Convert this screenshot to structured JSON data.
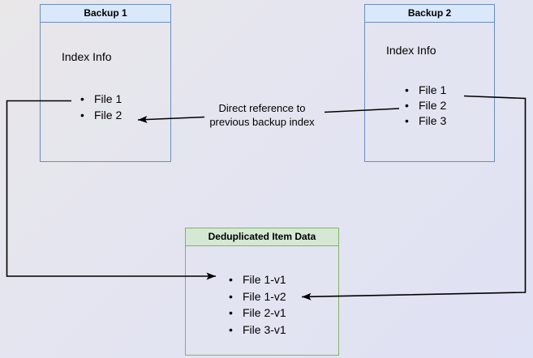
{
  "diagram": {
    "backup1": {
      "title": "Backup 1",
      "body_label": "Index Info",
      "items": [
        "File 1",
        "File 2"
      ]
    },
    "backup2": {
      "title": "Backup 2",
      "body_label": "Index Info",
      "items": [
        "File 1",
        "File 2",
        "File 3"
      ]
    },
    "dedup": {
      "title": "Deduplicated Item Data",
      "items": [
        "File 1-v1",
        "File 1-v2",
        "File 2-v1",
        "File 3-v1"
      ]
    },
    "edge_label": {
      "line1": "Direct reference to",
      "line2": "previous backup index"
    },
    "colors": {
      "blue_fill": "#dae8fc",
      "blue_border": "#6c8ebf",
      "green_fill": "#d5e8d4",
      "green_border": "#82b366",
      "arrow": "#000000",
      "text": "#000000"
    }
  }
}
